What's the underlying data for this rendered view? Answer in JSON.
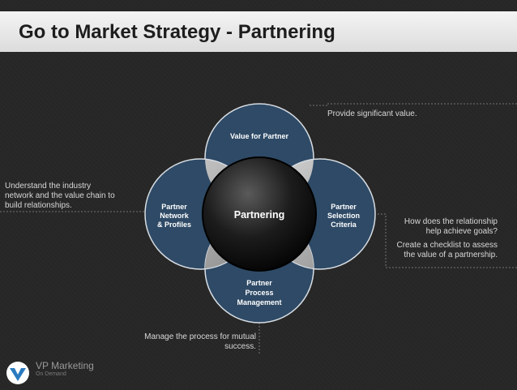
{
  "title": "Go to Market Strategy - Partnering",
  "diagram": {
    "center": "Partnering",
    "top": "Value for Partner",
    "left": [
      "Partner",
      "Network",
      "& Profiles"
    ],
    "right": [
      "Partner",
      "Selection",
      "Criteria"
    ],
    "bottom": [
      "Partner",
      "Process",
      "Management"
    ]
  },
  "annotations": {
    "top_right": "Provide significant value.",
    "left": [
      "Understand the industry",
      "network and the value chain to",
      "build relationships."
    ],
    "right_1": [
      "How does the relationship",
      "help achieve goals?"
    ],
    "right_2": [
      "Create a checklist to assess",
      "the value of a partnership."
    ],
    "bottom": [
      "Manage the process for mutual",
      "success."
    ]
  },
  "logo": {
    "name": "VP Marketing",
    "sub": "On Demand"
  },
  "colors": {
    "background": "#262626",
    "petal": "#2e4a66",
    "petal_border": "#d8dde3",
    "center": "#111111",
    "lens": "#b3b3b3"
  }
}
